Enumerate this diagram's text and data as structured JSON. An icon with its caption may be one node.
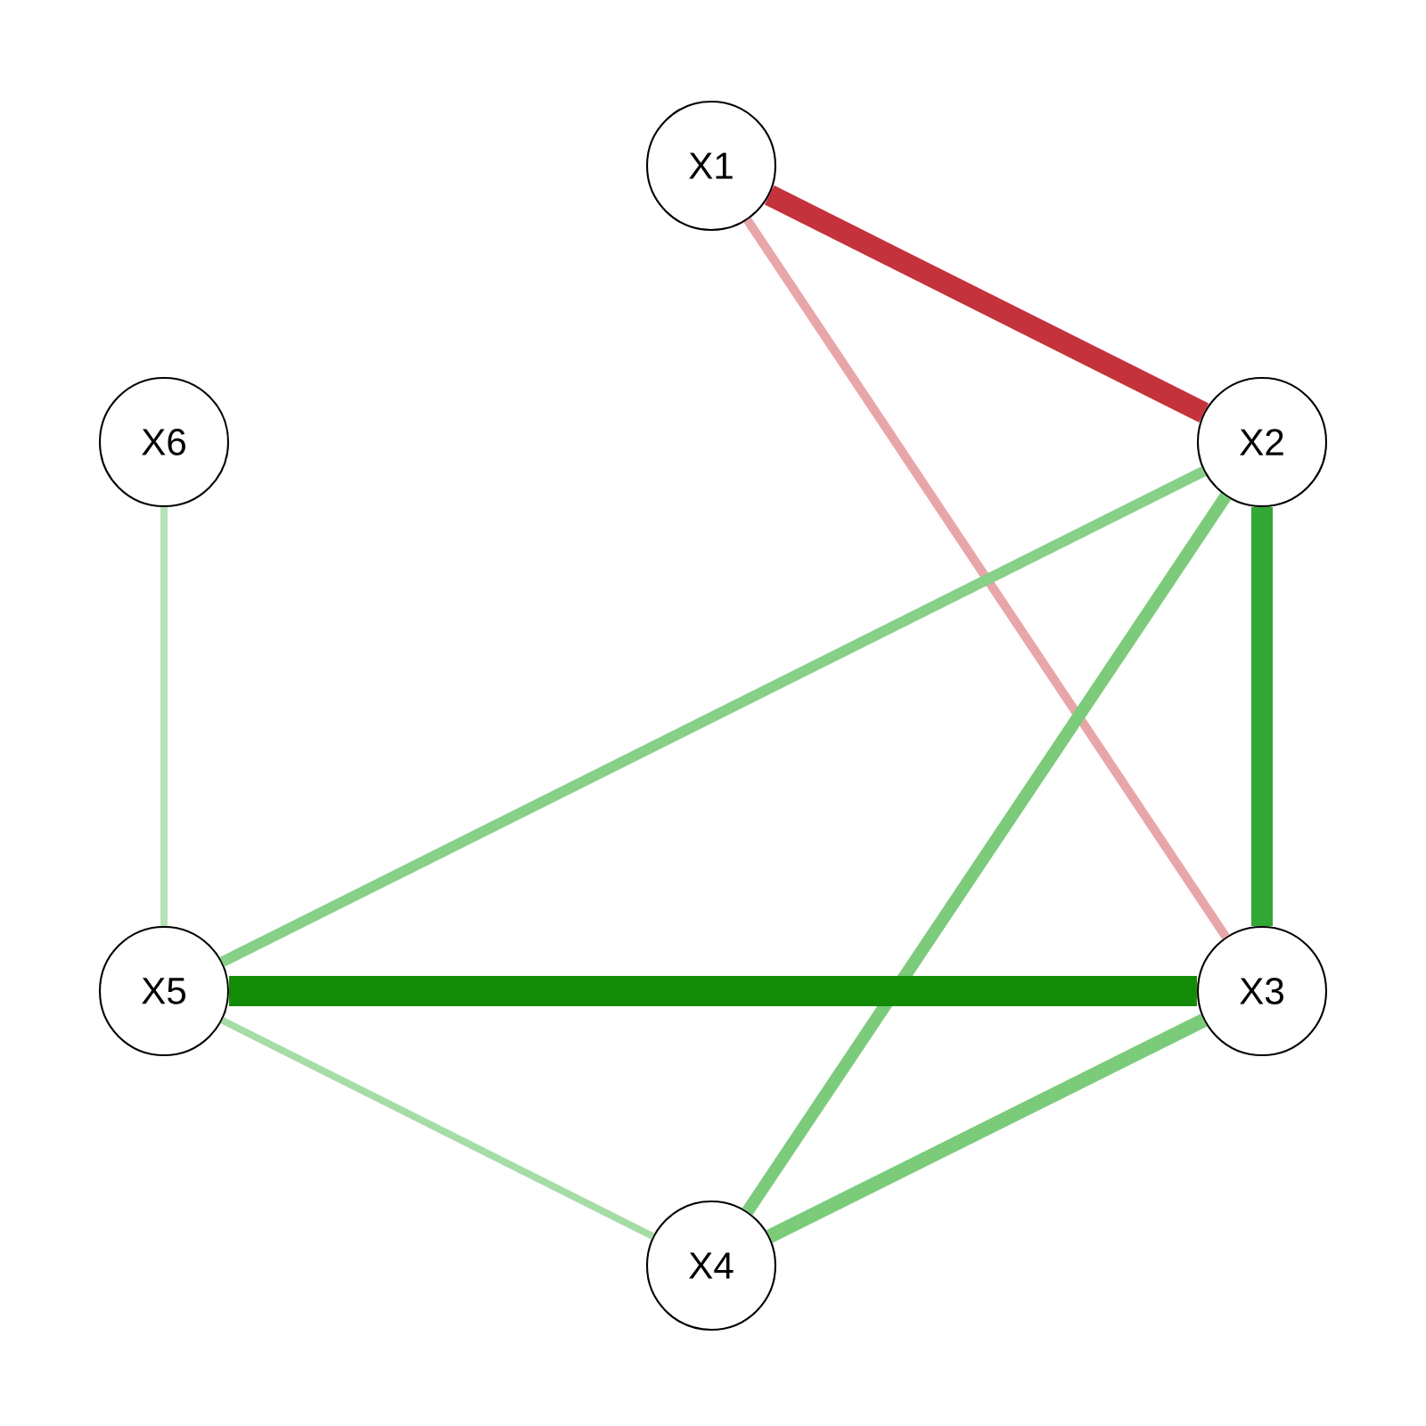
{
  "diagram": {
    "nodes": [
      {
        "text": [
          "X1"
        ]
      },
      {
        "text": [
          "X2"
        ]
      },
      {
        "text": [
          "X3"
        ]
      },
      {
        "text": [
          "X4"
        ]
      },
      {
        "text": [
          "X5"
        ]
      },
      {
        "text": [
          "X6"
        ]
      }
    ],
    "edges": [
      {
        "from": 0,
        "to": 1,
        "arrow": "none",
        "color": "#c4323c"
      },
      {
        "from": 0,
        "to": 2,
        "arrow": "none",
        "color": "#e8a6a9"
      },
      {
        "from": 1,
        "to": 4,
        "arrow": "none",
        "color": "#88cf88"
      },
      {
        "from": 1,
        "to": 3,
        "arrow": "none",
        "color": "#7bcb7b"
      },
      {
        "from": 1,
        "to": 2,
        "arrow": "none",
        "color": "#33a733"
      },
      {
        "from": 4,
        "to": 2,
        "arrow": "none",
        "style": "thick",
        "color": "#138b07"
      },
      {
        "from": 2,
        "to": 3,
        "arrow": "none",
        "color": "#7bcb7b"
      },
      {
        "from": 4,
        "to": 3,
        "arrow": "none",
        "color": "#a6dca6"
      },
      {
        "from": 5,
        "to": 4,
        "arrow": "none",
        "color": "#b5e3b5"
      }
    ]
  }
}
